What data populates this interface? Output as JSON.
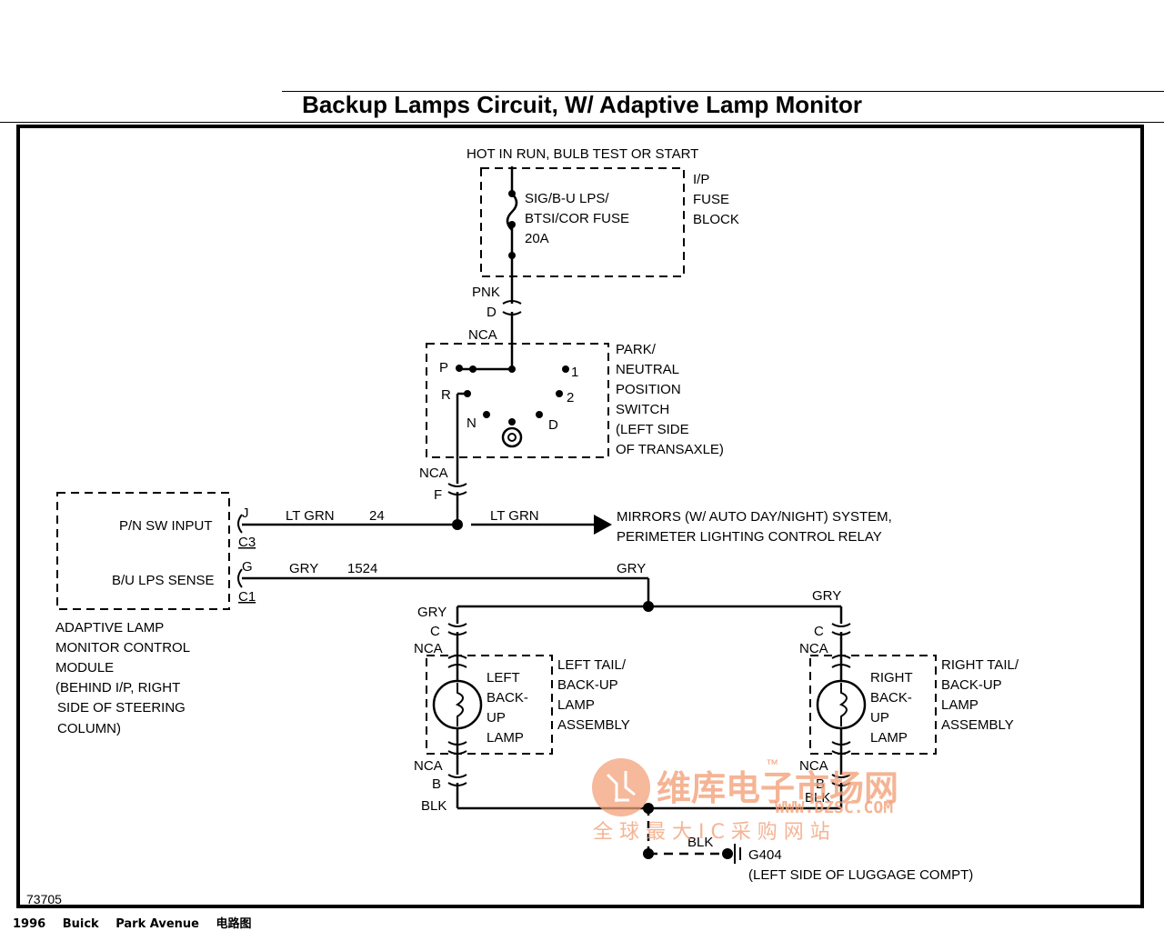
{
  "title": "Backup Lamps Circuit, W/ Adaptive Lamp Monitor",
  "power": "HOT IN RUN, BULB TEST OR START",
  "fuse": {
    "lines": [
      "SIG/B-U LPS/",
      "BTSI/COR FUSE",
      "20A"
    ],
    "block_lines": [
      "I/P",
      "FUSE",
      "BLOCK"
    ]
  },
  "wire_pnk": {
    "color": "PNK",
    "pin": "D",
    "conn": "NCA"
  },
  "pn_switch": {
    "lines": [
      "PARK/",
      "NEUTRAL",
      "POSITION",
      "SWITCH",
      "(LEFT SIDE",
      "OF TRANSAXLE)"
    ],
    "positions": {
      "p": "P",
      "r": "R",
      "n": "N",
      "d": "D",
      "one": "1",
      "two": "2"
    },
    "conn": "NCA",
    "pin": "F"
  },
  "module": {
    "pn_input": "P/N SW INPUT",
    "pn_pin": "J",
    "pn_conn": "C3",
    "bu_sense": "B/U LPS SENSE",
    "bu_pin": "G",
    "bu_conn": "C1",
    "lines": [
      "ADAPTIVE LAMP",
      "MONITOR CONTROL",
      "MODULE",
      "(BEHIND I/P, RIGHT",
      "SIDE OF STEERING",
      "COLUMN)"
    ]
  },
  "wires": {
    "ltgrn": "LT GRN",
    "ltgrn_num": "24",
    "ltgrn2": "LT GRN",
    "gry": "GRY",
    "gry_num": "1524",
    "gry2": "GRY",
    "gry_left": "GRY",
    "gry_right": "GRY"
  },
  "mirrors": [
    "MIRRORS (W/ AUTO DAY/NIGHT) SYSTEM,",
    "PERIMETER LIGHTING CONTROL RELAY"
  ],
  "left_lamp": {
    "c": "C",
    "nca_top": "NCA",
    "nca_bot": "NCA",
    "b": "B",
    "blk": "BLK",
    "lamp": [
      "LEFT",
      "BACK-",
      "UP",
      "LAMP"
    ],
    "assy": [
      "LEFT TAIL/",
      "BACK-UP",
      "LAMP",
      "ASSEMBLY"
    ]
  },
  "right_lamp": {
    "c": "C",
    "nca_top": "NCA",
    "nca_bot": "NCA",
    "b": "B",
    "blk": "BLK",
    "lamp": [
      "RIGHT",
      "BACK-",
      "UP",
      "LAMP"
    ],
    "assy": [
      "RIGHT TAIL/",
      "BACK-UP",
      "LAMP",
      "ASSEMBLY"
    ]
  },
  "ground": {
    "blk": "BLK",
    "name": "G404",
    "loc": "(LEFT SIDE OF LUGGAGE COMPT)"
  },
  "watermark": {
    "main": "维库电子市场网",
    "tm": "™",
    "url": "WWW.DZSC.COM",
    "sub": "全 球 最 大 I C 采 购 网 站"
  },
  "diagram_number": "73705",
  "footer": {
    "year": "1996",
    "make": "Buick",
    "model": "Park Avenue",
    "label": "电路图"
  },
  "colors": {
    "line": "#000000",
    "watermark": "#f3a27a"
  }
}
